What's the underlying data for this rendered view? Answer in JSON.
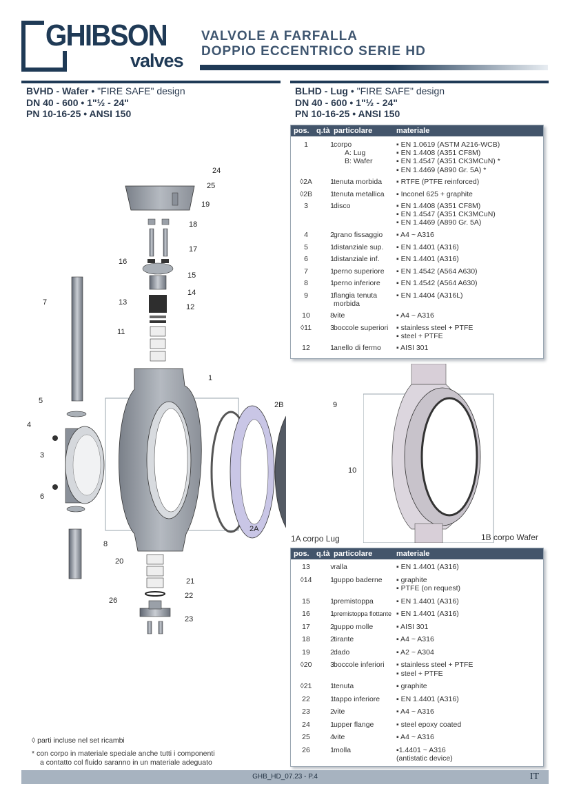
{
  "brand": {
    "name": "GHIBSON",
    "sub": "valves"
  },
  "title": {
    "line1": "VALVOLE A FARFALLA",
    "line2": "DOPPIO ECCENTRICO SERIE HD"
  },
  "left_header": {
    "model": "BVHD - Wafer",
    "design": " • \"FIRE SAFE\" design",
    "line2": "DN 40 - 600 • 1\"½ - 24\"",
    "line3": "PN 10-16-25 • ANSI 150"
  },
  "right_header": {
    "model": "BLHD - Lug",
    "design": " • \"FIRE SAFE\" design",
    "line2": "DN 40 - 600 • 1\"½ - 24\"",
    "line3": "PN 10-16-25 • ANSI 150"
  },
  "table_headers": {
    "pos": "pos.",
    "qty": "q.tà",
    "part": "particolare",
    "mat": "materiale"
  },
  "table1": [
    {
      "pos": "1",
      "q": "1",
      "part": [
        "corpo",
        "A: Lug",
        "B: Wafer"
      ],
      "mat": [
        "EN 1.0619 (ASTM A216-WCB)",
        "EN 1.4408 (A351 CF8M)",
        "EN 1.4547 (A351 CK3MCuN) *",
        "EN 1.4469 (A890 Gr. 5A) *"
      ]
    },
    {
      "pos": "◊2A",
      "q": "1",
      "part": [
        "tenuta morbida"
      ],
      "mat": [
        "RTFE (PTFE reinforced)"
      ]
    },
    {
      "pos": "◊2B",
      "q": "1",
      "part": [
        "tenuta metallica"
      ],
      "mat": [
        "Inconel 625 + graphite"
      ]
    },
    {
      "pos": "3",
      "q": "1",
      "part": [
        "disco"
      ],
      "mat": [
        "EN 1.4408 (A351 CF8M)",
        "EN 1.4547 (A351 CK3MCuN)",
        "EN 1.4469 (A890 Gr. 5A)"
      ]
    },
    {
      "pos": "4",
      "q": "2",
      "part": [
        "grano fissaggio"
      ],
      "mat": [
        "A4 ~ A316"
      ]
    },
    {
      "pos": "5",
      "q": "1",
      "part": [
        "distanziale sup."
      ],
      "mat": [
        "EN 1.4401 (A316)"
      ]
    },
    {
      "pos": "6",
      "q": "1",
      "part": [
        "distanziale inf."
      ],
      "mat": [
        "EN 1.4401 (A316)"
      ]
    },
    {
      "pos": "7",
      "q": "1",
      "part": [
        "perno superiore"
      ],
      "mat": [
        "EN 1.4542 (A564 A630)"
      ]
    },
    {
      "pos": "8",
      "q": "1",
      "part": [
        "perno inferiore"
      ],
      "mat": [
        "EN 1.4542 (A564 A630)"
      ]
    },
    {
      "pos": "9",
      "q": "1",
      "part": [
        "flangia tenuta",
        "morbida"
      ],
      "mat": [
        "EN 1.4404 (A316L)"
      ]
    },
    {
      "pos": "10",
      "q": "8",
      "part": [
        "vite"
      ],
      "mat": [
        "A4 ~ A316"
      ]
    },
    {
      "pos": "◊11",
      "q": "3",
      "part": [
        "boccole superiori"
      ],
      "mat": [
        "stainless steel + PTFE",
        "steel + PTFE"
      ]
    },
    {
      "pos": "12",
      "q": "1",
      "part": [
        "anello di fermo"
      ],
      "mat": [
        "AISI 301"
      ]
    }
  ],
  "table2": [
    {
      "pos": "13",
      "q": "v",
      "part": [
        "ralla"
      ],
      "mat": [
        "EN 1.4401 (A316)"
      ]
    },
    {
      "pos": "◊14",
      "q": "1",
      "part": [
        "guppo baderne"
      ],
      "mat": [
        "graphite",
        "PTFE (on request)"
      ]
    },
    {
      "pos": "15",
      "q": "1",
      "part": [
        "premistoppa"
      ],
      "mat": [
        "EN 1.4401 (A316)"
      ]
    },
    {
      "pos": "16",
      "q": "1",
      "part": [
        "premistoppa flottante"
      ],
      "mat": [
        "EN 1.4401 (A316)"
      ]
    },
    {
      "pos": "17",
      "q": "2",
      "part": [
        "guppo molle"
      ],
      "mat": [
        "AISI 301"
      ]
    },
    {
      "pos": "18",
      "q": "2",
      "part": [
        "tirante"
      ],
      "mat": [
        "A4 ~ A316"
      ]
    },
    {
      "pos": "19",
      "q": "2",
      "part": [
        "dado"
      ],
      "mat": [
        "A2 ~ A304"
      ]
    },
    {
      "pos": "◊20",
      "q": "3",
      "part": [
        "boccole inferiori"
      ],
      "mat": [
        "stainless steel + PTFE",
        "steel + PTFE"
      ]
    },
    {
      "pos": "◊21",
      "q": "1",
      "part": [
        "tenuta"
      ],
      "mat": [
        "graphite"
      ]
    },
    {
      "pos": "22",
      "q": "1",
      "part": [
        "tappo inferiore"
      ],
      "mat": [
        "EN 1.4401 (A316)"
      ]
    },
    {
      "pos": "23",
      "q": "2",
      "part": [
        "vite"
      ],
      "mat": [
        "A4 ~ A316"
      ]
    },
    {
      "pos": "24",
      "q": "1",
      "part": [
        "upper flange"
      ],
      "mat": [
        "steel epoxy coated"
      ]
    },
    {
      "pos": "25",
      "q": "4",
      "part": [
        "vite"
      ],
      "mat": [
        "A4 ~ A316"
      ]
    },
    {
      "pos": "26",
      "q": "1",
      "part": [
        "molla"
      ],
      "mat": [
        "1.4401 ~ A316",
        "(antistatic device)"
      ]
    }
  ],
  "drawing": {
    "callouts": [
      "24",
      "25",
      "19",
      "18",
      "17",
      "16",
      "15",
      "14",
      "13",
      "12",
      "11",
      "7",
      "1",
      "5",
      "4",
      "3",
      "6",
      "2B",
      "9",
      "10",
      "2A",
      "8",
      "20",
      "21",
      "22",
      "23",
      "26"
    ],
    "label_lug": "1A corpo Lug",
    "label_wafer": "1B corpo Wafer"
  },
  "notes": {
    "n1": "◊  parti incluse nel set ricambi",
    "n2a": "*  con corpo in materiale speciale anche tutti i componenti",
    "n2b": "a contatto col fluido saranno in un materiale adeguato"
  },
  "footer": {
    "code": "GHB_HD_07.23 - P.4",
    "lang": "IT"
  }
}
